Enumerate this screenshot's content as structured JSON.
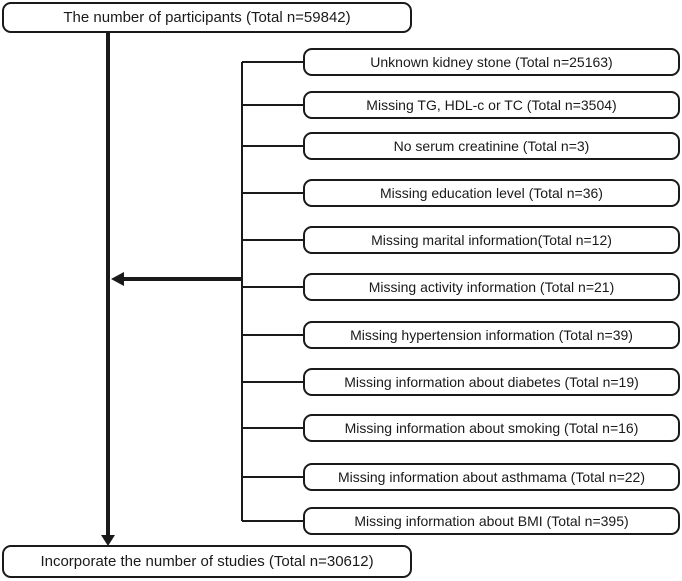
{
  "flowchart": {
    "title_hint": "Participant selection flow diagram",
    "top_box": {
      "label": "The number of participants (Total n=59842)"
    },
    "bottom_box": {
      "label": "Incorporate the number of studies (Total n=30612)"
    },
    "exclusion_boxes": [
      {
        "label": "Unknown kidney stone (Total n=25163)"
      },
      {
        "label": "Missing TG, HDL-c or TC (Total n=3504)"
      },
      {
        "label": "No serum creatinine (Total n=3)"
      },
      {
        "label": "Missing education level (Total n=36)"
      },
      {
        "label": "Missing marital information(Total n=12)"
      },
      {
        "label": "Missing activity information (Total n=21)"
      },
      {
        "label": "Missing hypertension information (Total n=39)"
      },
      {
        "label": "Missing information about diabetes (Total n=19)"
      },
      {
        "label": "Missing information about smoking (Total n=16)"
      },
      {
        "label": "Missing information about asthmama (Total n=22)"
      },
      {
        "label": "Missing information about BMI (Total n=395)"
      }
    ],
    "colors": {
      "line": "#1a1a1a",
      "box_border": "#1a1a1a",
      "text": "#1a1a1a",
      "background": "#ffffff"
    }
  }
}
